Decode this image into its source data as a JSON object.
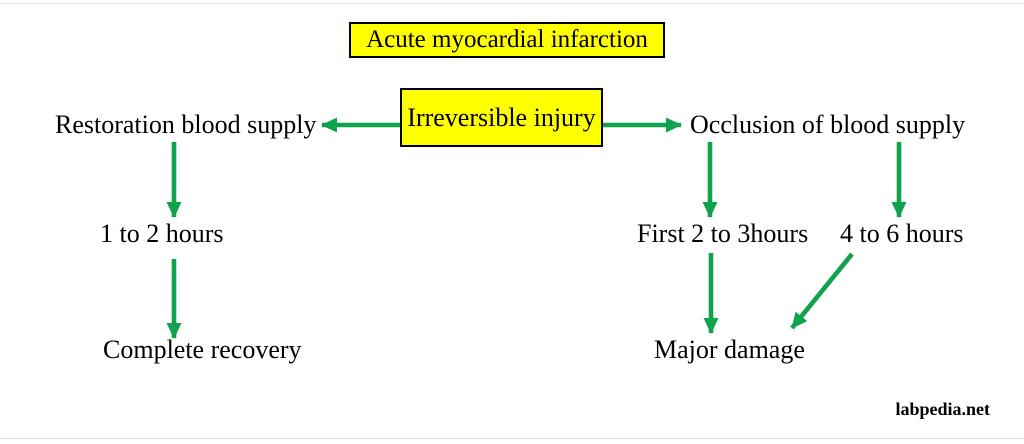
{
  "diagram": {
    "title": "Acute myocardial infarction",
    "center_node": "Irreversible injury",
    "left_branch": {
      "node": "Restoration blood supply",
      "time": "1 to 2 hours",
      "outcome": "Complete recovery"
    },
    "right_branch": {
      "node": "Occlusion of blood supply",
      "time_early": "First 2 to 3hours",
      "time_late": "4 to 6 hours",
      "outcome": "Major damage"
    },
    "watermark": "labpedia.net"
  },
  "colors": {
    "accent-green": "#10a24c",
    "box-yellow": "#ffff00",
    "box-border": "#000000",
    "text": "#000000"
  }
}
